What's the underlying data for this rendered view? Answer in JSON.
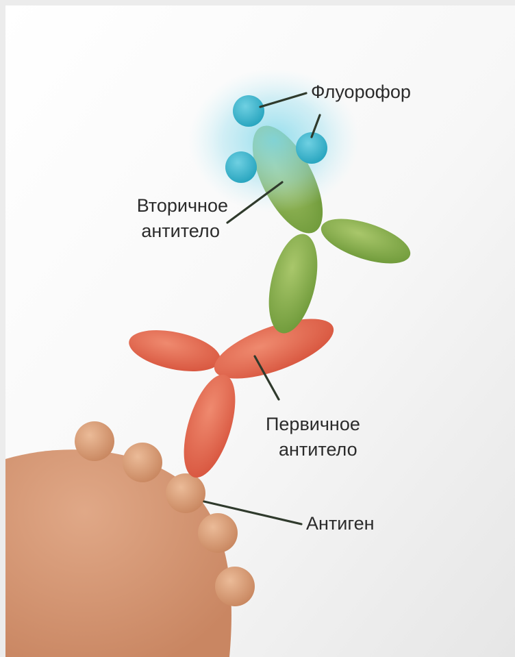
{
  "labels": {
    "fluorophore": "Флуорофор",
    "secondary_line1": "Вторичное",
    "secondary_line2": "антитело",
    "primary_line1": "Первичное",
    "primary_line2": "антитело",
    "antigen": "Антиген"
  },
  "colors": {
    "background": "#ececec",
    "panel": "#ffffff",
    "cell": "#d79a7c",
    "antigen_bead": "#d9a27f",
    "primary_antibody": "#e46a53",
    "secondary_antibody": "#86ad4b",
    "fluorophore": "#3fb8cf",
    "glow": "#7fd8ea"
  }
}
